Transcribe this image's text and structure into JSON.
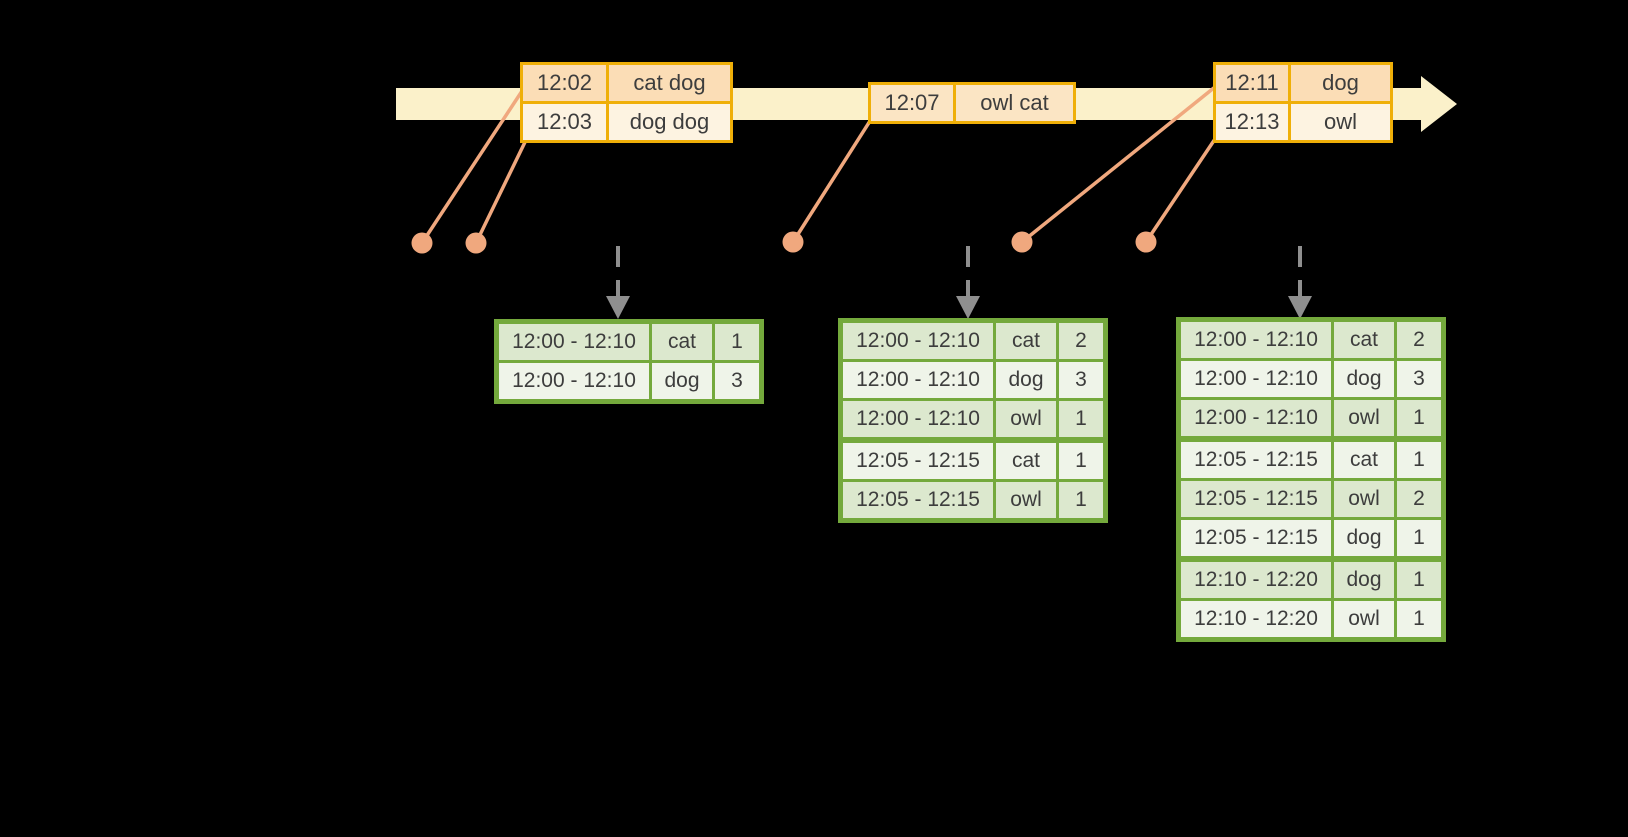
{
  "colors": {
    "background": "#000000",
    "timeline_band": "#FBF1CA",
    "event_box_border": "#EFAF08",
    "event_row_peach": "#FBDDB6",
    "event_row_cream": "#FDF3E1",
    "event_row_mid": "#FBE5C4",
    "connector_salmon": "#F0A87E",
    "trigger_arrow_gray": "#8F8F8F",
    "table_border_green": "#74A93C",
    "table_row_dark": "#DCE8CE",
    "table_row_light": "#EFF4E9",
    "text": "#3D3D3D"
  },
  "timeline": {
    "event_groups": [
      {
        "rows": [
          {
            "time": "12:02",
            "words": "cat dog"
          },
          {
            "time": "12:03",
            "words": "dog dog"
          }
        ]
      },
      {
        "rows": [
          {
            "time": "12:07",
            "words": "owl cat"
          }
        ]
      },
      {
        "rows": [
          {
            "time": "12:11",
            "words": "dog"
          },
          {
            "time": "12:13",
            "words": "owl"
          }
        ]
      }
    ]
  },
  "result_tables": [
    {
      "rows": [
        [
          "12:00 - 12:10",
          "cat",
          "1"
        ],
        [
          "12:00 - 12:10",
          "dog",
          "3"
        ]
      ]
    },
    {
      "rows": [
        [
          "12:00 - 12:10",
          "cat",
          "2"
        ],
        [
          "12:00 - 12:10",
          "dog",
          "3"
        ],
        [
          "12:00 - 12:10",
          "owl",
          "1"
        ],
        [
          "12:05 - 12:15",
          "cat",
          "1"
        ],
        [
          "12:05 - 12:15",
          "owl",
          "1"
        ]
      ]
    },
    {
      "rows": [
        [
          "12:00 - 12:10",
          "cat",
          "2"
        ],
        [
          "12:00 - 12:10",
          "dog",
          "3"
        ],
        [
          "12:00 - 12:10",
          "owl",
          "1"
        ],
        [
          "12:05 - 12:15",
          "cat",
          "1"
        ],
        [
          "12:05 - 12:15",
          "owl",
          "2"
        ],
        [
          "12:05 - 12:15",
          "dog",
          "1"
        ],
        [
          "12:10 - 12:20",
          "dog",
          "1"
        ],
        [
          "12:10 - 12:20",
          "owl",
          "1"
        ]
      ]
    }
  ]
}
